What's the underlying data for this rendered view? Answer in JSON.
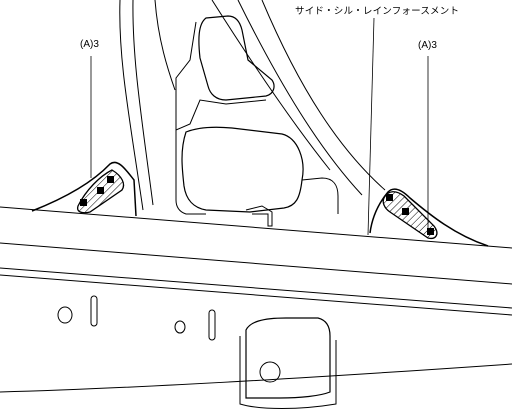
{
  "diagram": {
    "part_label": "サイド・シル・レインフォースメント",
    "callout_left": "(A)3",
    "callout_right": "(A)3",
    "line_color": "#000000",
    "background_color": "#ffffff"
  }
}
